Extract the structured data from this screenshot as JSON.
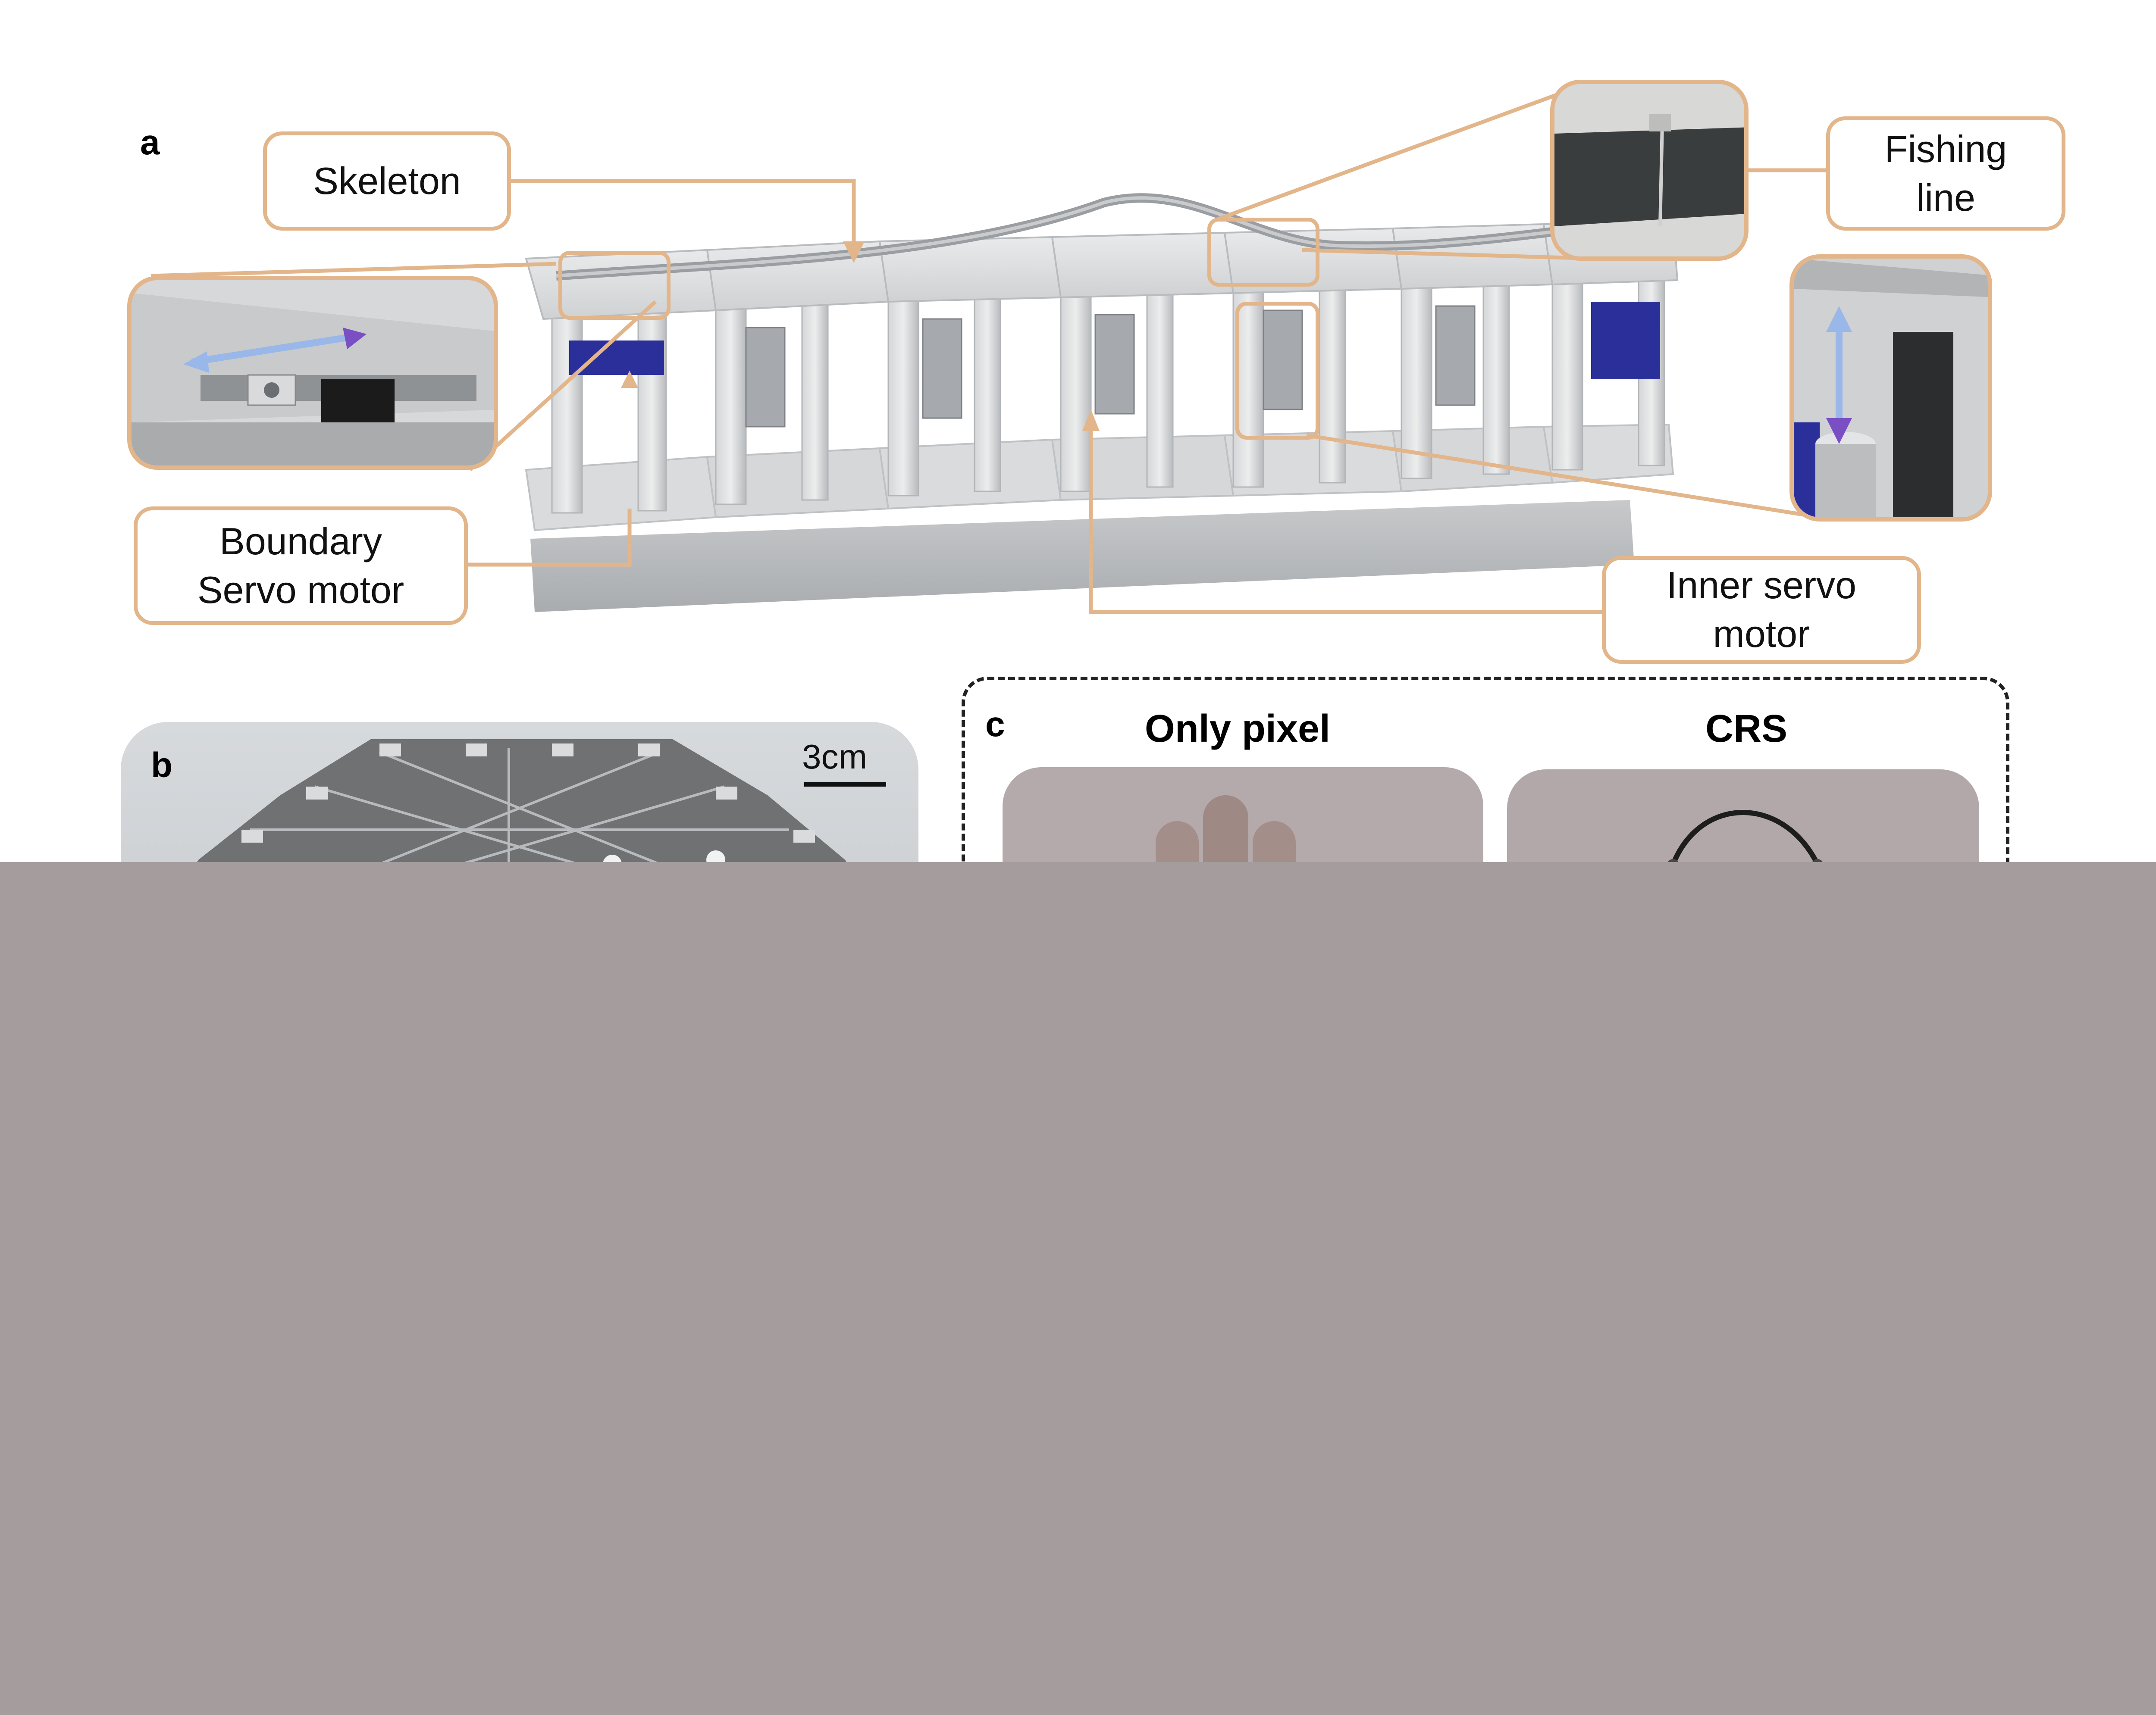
{
  "panel_a": {
    "letter": "a",
    "labels": {
      "skeleton": "Skeleton",
      "fishing_line": "Fishing\nline",
      "boundary_servo": "Boundary\nServo motor",
      "inner_servo": "Inner servo\nmotor"
    }
  },
  "panel_b": {
    "letter": "b",
    "scale_bar": "3cm"
  },
  "panel_c": {
    "letter": "c",
    "columns": [
      "Only pixel",
      "CRS"
    ]
  },
  "colors": {
    "callout_border": "#e2b68a",
    "hidden_region": "#a49c9d",
    "arrow_blue": "#8fb3e8",
    "arrow_purple": "#7a4fc4"
  }
}
